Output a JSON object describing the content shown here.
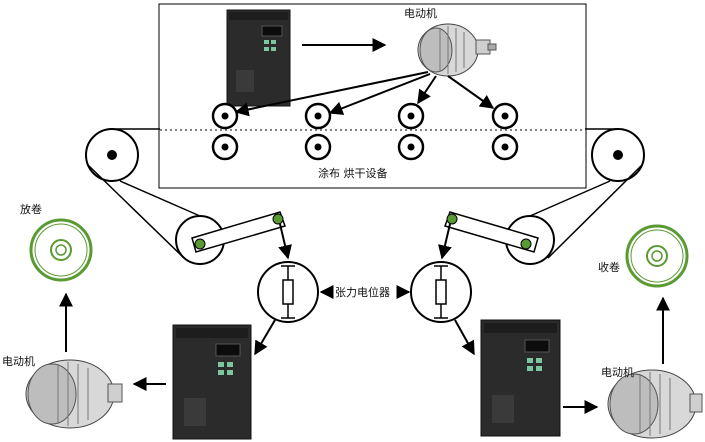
{
  "labels": {
    "motor_top": "电动机",
    "coating_drying": "涂布 烘干设备",
    "unwind": "放卷",
    "rewind": "收卷",
    "tension_pot": "张力电位器",
    "motor_left": "电动机",
    "motor_right": "电动机"
  },
  "icons": [
    "inverter-icon",
    "motor-icon",
    "unwind-roll-icon",
    "rewind-roll-icon",
    "tension-potentiometer-icon",
    "guide-roller-icon",
    "dancer-roller-icon"
  ],
  "colors": {
    "line": "#000000",
    "roll_green": "#5a9a32",
    "inverter_body": "#2b2b2b",
    "inverter_panel": "#1d1d1d",
    "inverter_keys": "#7cc7a0"
  }
}
